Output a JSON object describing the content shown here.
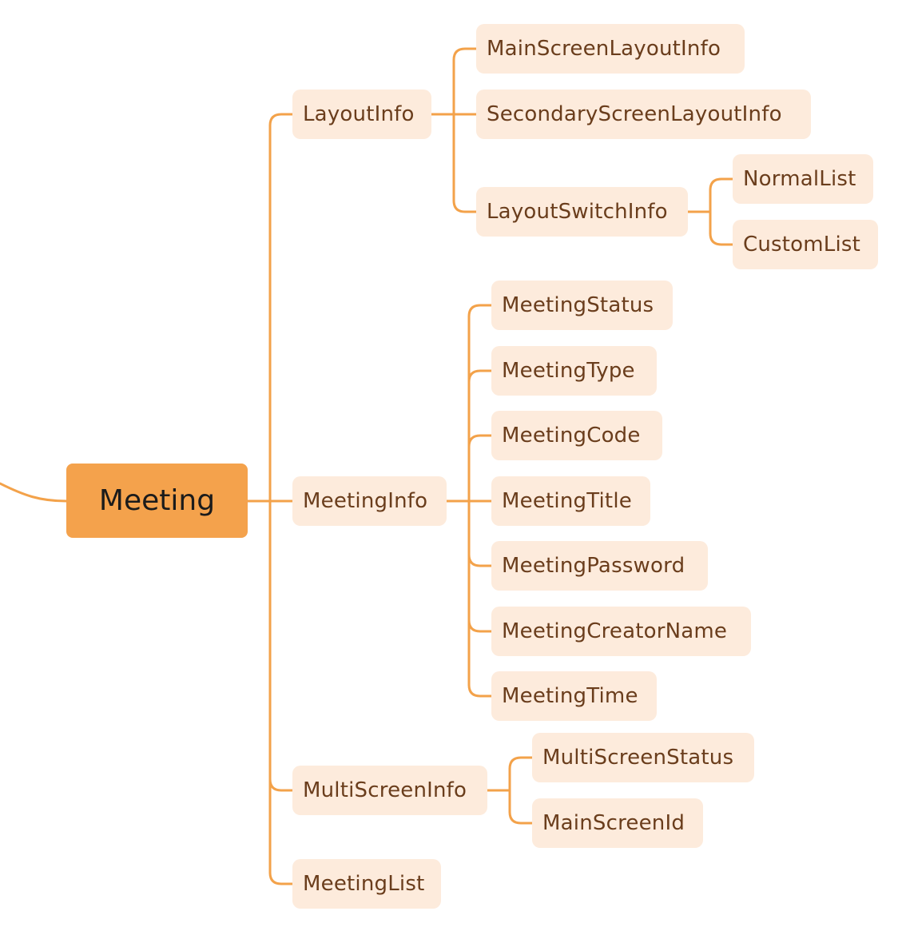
{
  "colors": {
    "connector": "#f3a24a",
    "node_fill": "#fdebdc",
    "node_text": "#6a3d1c",
    "root_fill": "#f4a24c",
    "root_text": "#1b1b1b"
  },
  "root": {
    "label": "Meeting"
  },
  "level1": {
    "layout_info": "LayoutInfo",
    "meeting_info": "MeetingInfo",
    "multi_screen_info": "MultiScreenInfo",
    "meeting_list": "MeetingList"
  },
  "layout_info_children": {
    "main_screen_layout_info": "MainScreenLayoutInfo",
    "secondary_screen_layout_info": "SecondaryScreenLayoutInfo",
    "layout_switch_info": "LayoutSwitchInfo"
  },
  "layout_switch_info_children": {
    "normal_list": "NormalList",
    "custom_list": "CustomList"
  },
  "meeting_info_children": {
    "meeting_status": "MeetingStatus",
    "meeting_type": "MeetingType",
    "meeting_code": "MeetingCode",
    "meeting_title": "MeetingTitle",
    "meeting_password": "MeetingPassword",
    "meeting_creator_name": "MeetingCreatorName",
    "meeting_time": "MeetingTime"
  },
  "multi_screen_info_children": {
    "multi_screen_status": "MultiScreenStatus",
    "main_screen_id": "MainScreenId"
  }
}
